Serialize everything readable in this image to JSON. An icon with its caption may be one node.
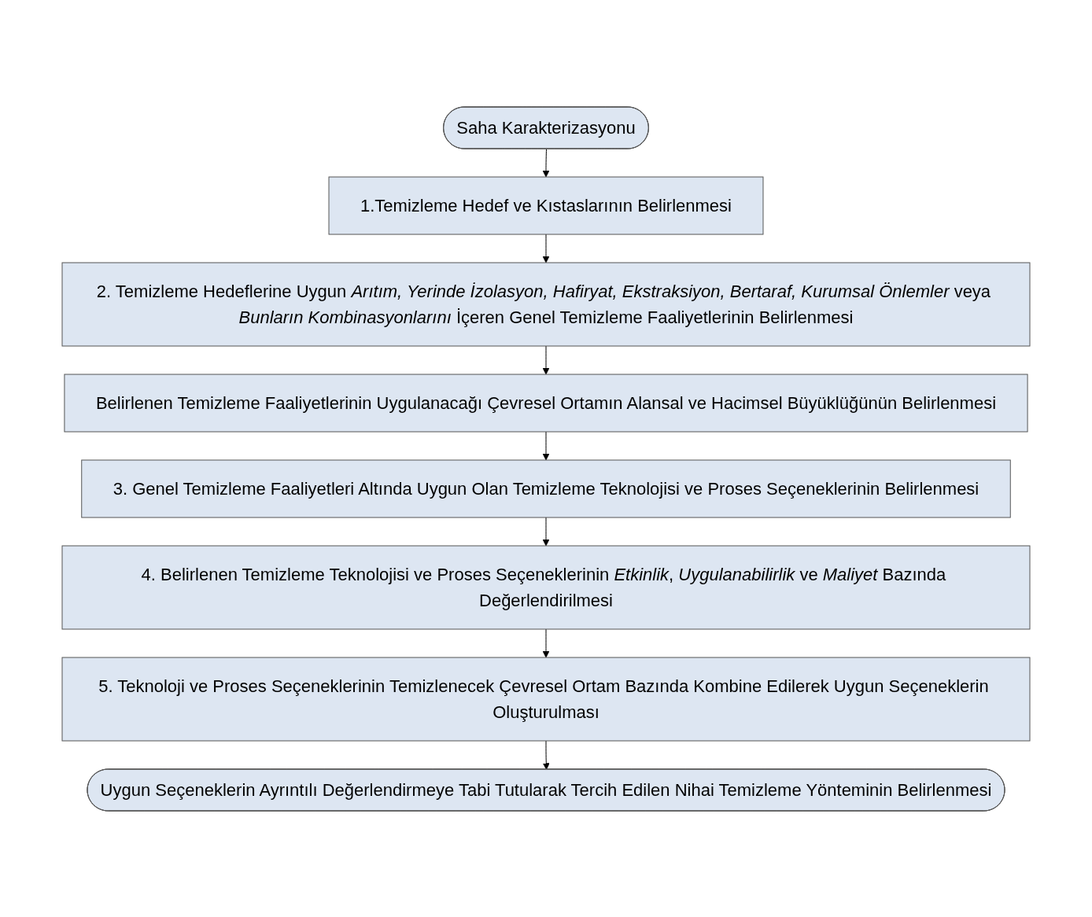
{
  "diagram": {
    "nodes": [
      {
        "text": [
          "Saha Karakterizasyonu"
        ]
      },
      {
        "text": [
          "1.Temizleme Hedef ve Kıstaslarının Belirlenmesi"
        ]
      },
      {
        "text": [
          "2. Temizleme Hedeflerine Uygun *Arıtım, Yerinde İzolasyon, Hafiryat, Ekstraksiyon, Bertaraf, Kurumsal Önlemler* veya *Bunların Kombinasyonlarını* İçeren Genel Temizleme Faaliyetlerinin Belirlenmesi"
        ]
      },
      {
        "text": [
          "Belirlenen Temizleme Faaliyetlerinin Uygulanacağı Çevresel Ortamın Alansal ve Hacimsel Büyüklüğünün Belirlenmesi"
        ]
      },
      {
        "text": [
          "3. Genel Temizleme Faaliyetleri Altında Uygun Olan Temizleme Teknolojisi ve Proses Seçeneklerinin Belirlenmesi"
        ]
      },
      {
        "text": [
          "4. Belirlenen Temizleme Teknolojisi ve Proses Seçeneklerinin *Etkinlik*, *Uygulanabilirlik* ve *Maliyet* Bazında Değerlendirilmesi"
        ]
      },
      {
        "text": [
          "5. Teknoloji ve Proses Seçeneklerinin Temizlenecek Çevresel Ortam Bazında Kombine Edilerek Uygun Seçeneklerin Oluşturulması"
        ]
      },
      {
        "text": [
          "Uygun Seçeneklerin Ayrıntılı Değerlendirmeye Tabi Tutularak Tercih Edilen Nihai Temizleme Yönteminin Belirlenmesi"
        ]
      }
    ],
    "edges": [
      {
        "from": 0,
        "to": 1,
        "arrow": "to"
      },
      {
        "from": 1,
        "to": 2,
        "arrow": "to"
      },
      {
        "from": 2,
        "to": 3,
        "arrow": "to"
      },
      {
        "from": 3,
        "to": 4,
        "arrow": "to"
      },
      {
        "from": 4,
        "to": 5,
        "arrow": "to"
      },
      {
        "from": 5,
        "to": 6,
        "arrow": "to"
      },
      {
        "from": 6,
        "to": 7,
        "arrow": "to"
      }
    ]
  }
}
